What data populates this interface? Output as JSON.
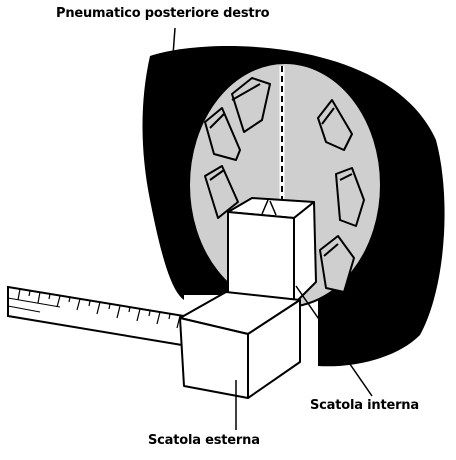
{
  "labels": {
    "rear_right_tire": "Pneumatico posteriore destro",
    "inner_box": "Scatola interna",
    "outer_box": "Scatola esterna"
  },
  "colors": {
    "tire": "#000000",
    "rim": "#cfcfcf",
    "box_fill": "#ffffff",
    "tape_fill": "#ffffff",
    "stroke": "#000000"
  }
}
